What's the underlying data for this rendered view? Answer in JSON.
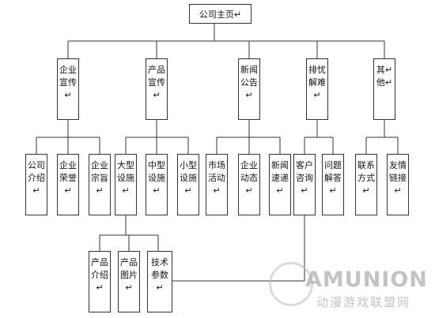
{
  "root": {
    "label": "公司主页↵"
  },
  "categories": [
    {
      "label": "企业宣传↵"
    },
    {
      "label": "产品宣传↵"
    },
    {
      "label": "新闻公告↵"
    },
    {
      "label": "排忧解难↵"
    },
    {
      "label": "其↵他↵"
    }
  ],
  "leaves": [
    {
      "label": "公司介绍↵"
    },
    {
      "label": "企业荣誉↵"
    },
    {
      "label": "企业宗旨↵"
    },
    {
      "label": "大型设施↵"
    },
    {
      "label": "中型设施↵"
    },
    {
      "label": "小型设施↵"
    },
    {
      "label": "市场活动↵"
    },
    {
      "label": "企业动态↵"
    },
    {
      "label": "新闻速递↵"
    },
    {
      "label": "客户咨询↵"
    },
    {
      "label": "问题解答↵"
    },
    {
      "label": "联系方式↵"
    },
    {
      "label": "友情链接↵"
    }
  ],
  "sub_leaves": [
    {
      "label": "产品介绍↵"
    },
    {
      "label": "产品图片↵"
    },
    {
      "label": "技术参数↵"
    }
  ],
  "watermark": {
    "brand": "AMUNION",
    "subtitle": "动漫游戏联盟网"
  }
}
